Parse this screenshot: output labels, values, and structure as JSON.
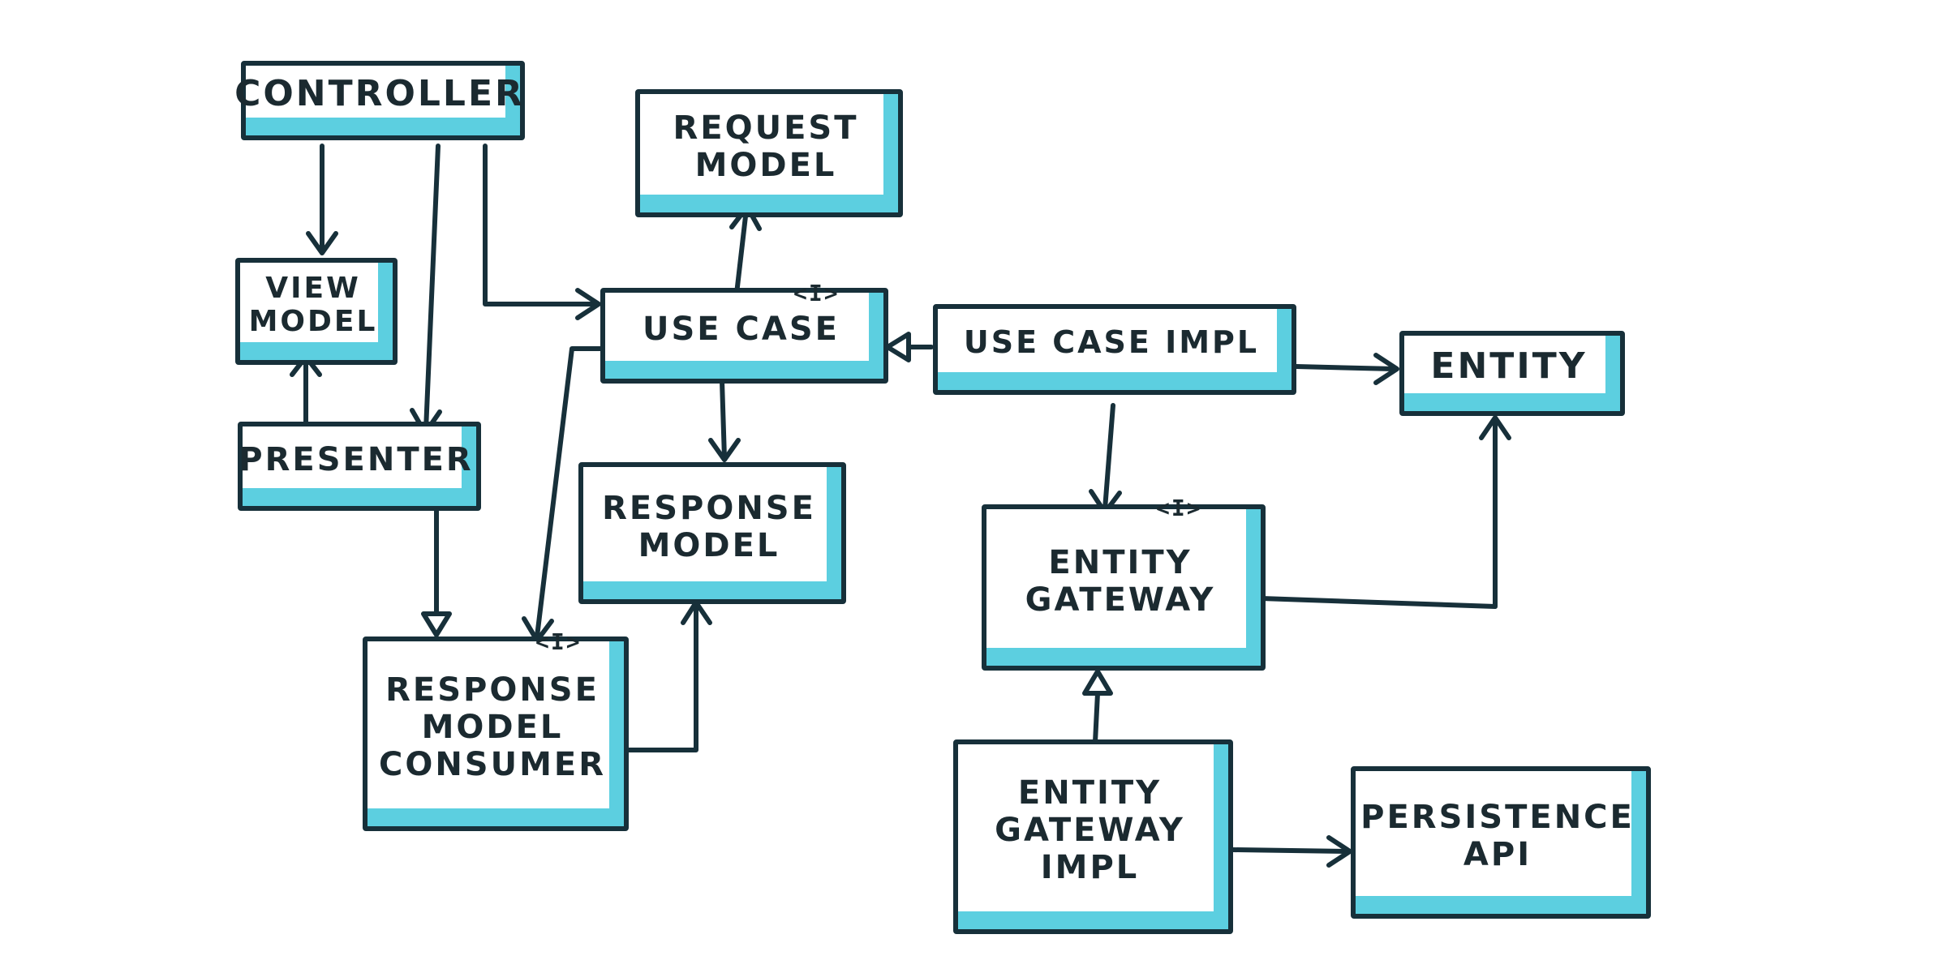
{
  "colors": {
    "ink": "#17303a",
    "highlight": "#5ccfe0",
    "paper": "#ffffff"
  },
  "boxes": {
    "controller": {
      "lines": [
        "CONTROLLER"
      ]
    },
    "request_model": {
      "lines": [
        "REQUEST",
        "MODEL"
      ]
    },
    "view_model": {
      "lines": [
        "VIEW",
        "MODEL"
      ]
    },
    "use_case": {
      "lines": [
        "USE CASE"
      ]
    },
    "use_case_impl": {
      "lines": [
        "USE CASE IMPL"
      ]
    },
    "entity": {
      "lines": [
        "ENTITY"
      ]
    },
    "presenter": {
      "lines": [
        "PRESENTER"
      ]
    },
    "response_model": {
      "lines": [
        "RESPONSE",
        "MODEL"
      ]
    },
    "entity_gateway": {
      "lines": [
        "ENTITY",
        "GATEWAY"
      ]
    },
    "response_model_consumer": {
      "lines": [
        "RESPONSE",
        "MODEL",
        "CONSUMER"
      ]
    },
    "entity_gateway_impl": {
      "lines": [
        "ENTITY",
        "GATEWAY",
        "IMPL"
      ]
    },
    "persistence_api": {
      "lines": [
        "PERSISTENCE",
        "API"
      ]
    }
  },
  "interface_marker": "<I>"
}
